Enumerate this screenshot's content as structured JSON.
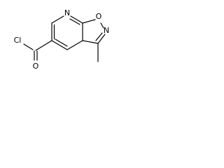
{
  "molecule": {
    "atoms": {
      "cl": "Cl",
      "o_carbonyl": "O",
      "n_pyridine": "N",
      "o_ring": "O",
      "n_isoxazole": "N"
    }
  },
  "colors": {
    "bond": "#000000",
    "text": "#000000",
    "background": "#ffffff"
  }
}
